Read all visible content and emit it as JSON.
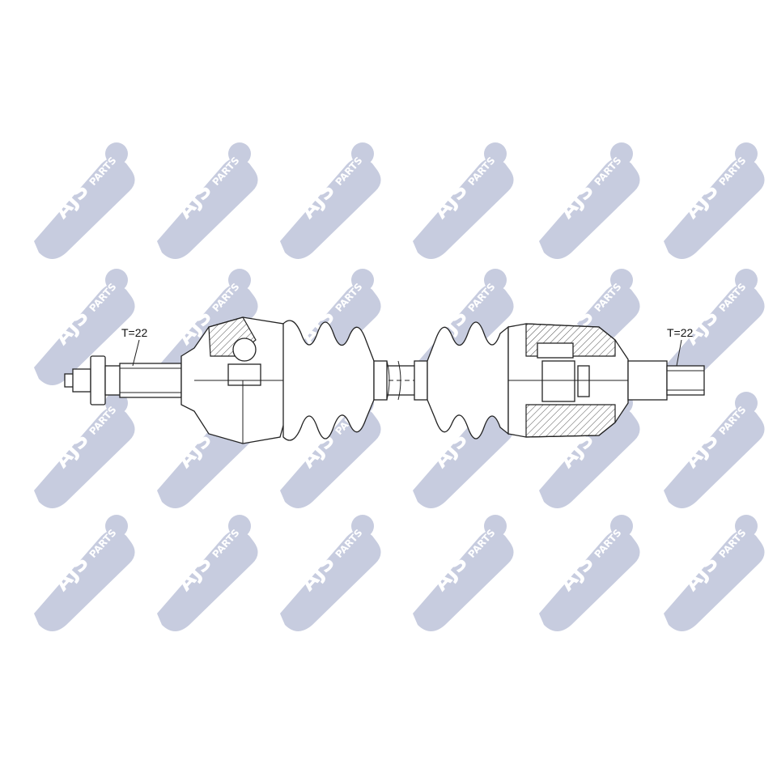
{
  "watermark": {
    "brand": "AJS",
    "suffix": "PARTS",
    "color": "#c7ccdf"
  },
  "drawing": {
    "left_spline_label": "T=22",
    "right_spline_label": "T=22",
    "line_color": "#222222"
  }
}
